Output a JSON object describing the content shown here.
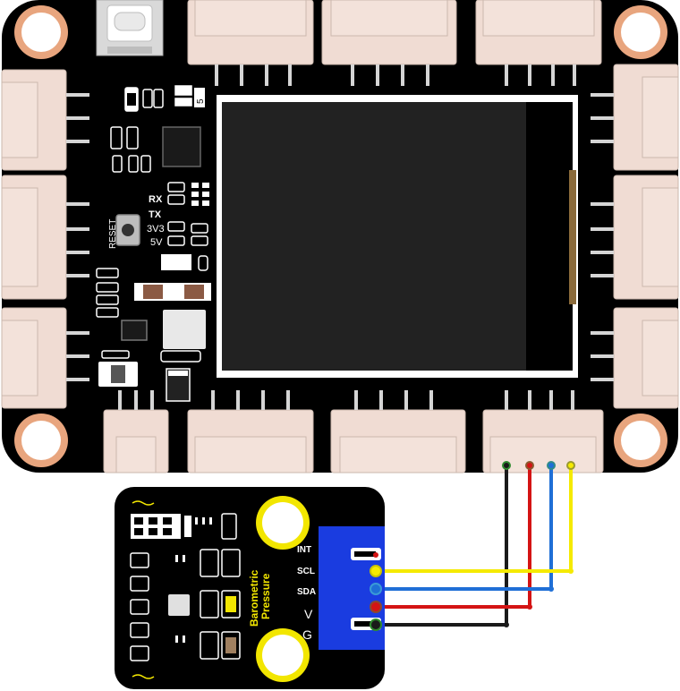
{
  "main_board": {
    "silkscreen": {
      "rx": "RX",
      "tx": "TX",
      "v3v3": "3V3",
      "v5": "5V",
      "reset": "RESET",
      "five": "5"
    }
  },
  "sensor_module": {
    "title_line1": "Barometric",
    "title_line2": "Pressure",
    "pins": [
      "INT",
      "SCL",
      "SDA",
      "V",
      "G"
    ]
  },
  "colors": {
    "board": "#000000",
    "connector": "#f0dcd3",
    "mounting_hole": "#e8a57e",
    "sensor_connector": "#1a3ce0",
    "standoff": "#f2e600",
    "wire_black": "#1a1a1a",
    "wire_red": "#d41414",
    "wire_blue": "#1f6fd6",
    "wire_yellow": "#f5ea00"
  },
  "wires": [
    {
      "name": "G",
      "color": "black"
    },
    {
      "name": "V",
      "color": "red"
    },
    {
      "name": "SDA",
      "color": "blue"
    },
    {
      "name": "SCL",
      "color": "yellow"
    }
  ]
}
